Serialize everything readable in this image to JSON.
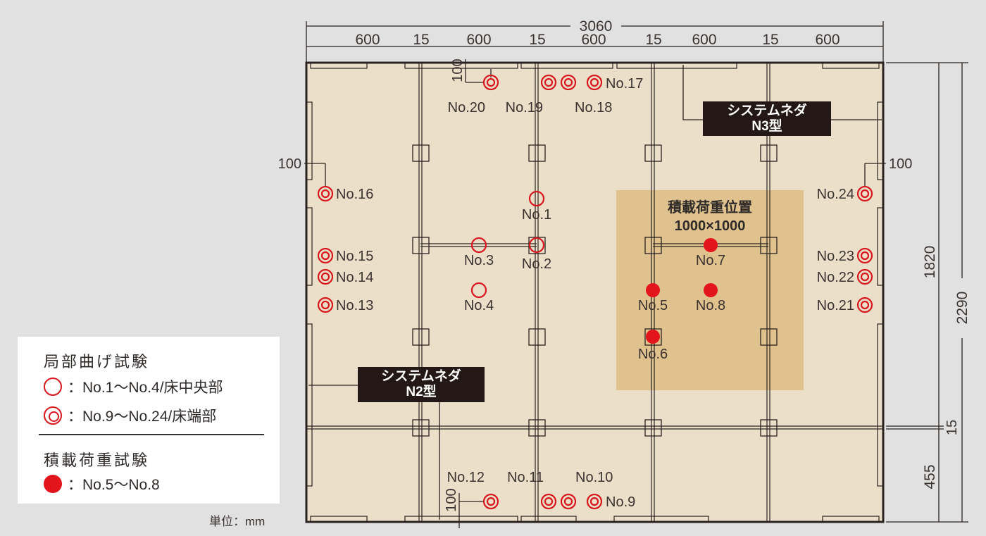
{
  "dimensions": {
    "total_width": "3060",
    "segment": "600",
    "gap": "15",
    "offset_left": "100",
    "offset_right": "100",
    "offset_top": "100",
    "offset_bottom": "100",
    "height_main": "1820",
    "height_total": "2290",
    "height_gap": "15",
    "height_bottom": "455"
  },
  "callouts": {
    "n3": {
      "line1": "システムネダ",
      "line2": "N3型"
    },
    "n2": {
      "line1": "システムネダ",
      "line2": "N2型"
    }
  },
  "load_area": {
    "title": "積載荷重位置",
    "size": "1000×1000"
  },
  "points": {
    "p1": "No.1",
    "p2": "No.2",
    "p3": "No.3",
    "p4": "No.4",
    "p5": "No.5",
    "p6": "No.6",
    "p7": "No.7",
    "p8": "No.8",
    "p9": "No.9",
    "p10": "No.10",
    "p11": "No.11",
    "p12": "No.12",
    "p13": "No.13",
    "p14": "No.14",
    "p15": "No.15",
    "p16": "No.16",
    "p17": "No.17",
    "p18": "No.18",
    "p19": "No.19",
    "p20": "No.20",
    "p21": "No.21",
    "p22": "No.22",
    "p23": "No.23",
    "p24": "No.24"
  },
  "legend": {
    "section1_title": "局部曲げ試験",
    "item1": "：No.1～No.4/床中央部",
    "item2": "：No.9～No.24/床端部",
    "section2_title": "積載荷重試験",
    "item3": "：No.5～No.8"
  },
  "unit": "単位：mm",
  "colors": {
    "marker": "#e3141b",
    "board": "#ecdfc9",
    "load_area": "#dfbf88",
    "callout": "#231815"
  }
}
